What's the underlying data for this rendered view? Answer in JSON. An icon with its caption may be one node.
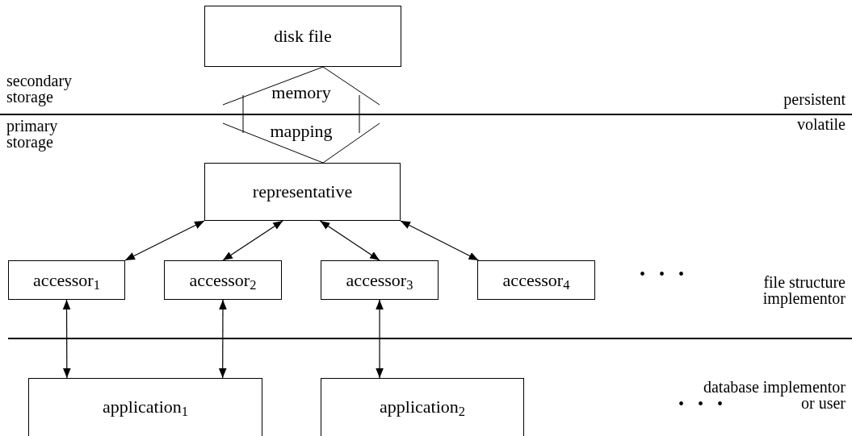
{
  "diagram": {
    "nodes": [
      {
        "text": [
          "disk file"
        ]
      },
      {
        "text": [
          "memory mapping"
        ]
      },
      {
        "text": [
          "representative"
        ]
      },
      {
        "text": [
          "accessor$_{1}$"
        ]
      },
      {
        "text": [
          "accessor$_{2}$"
        ]
      },
      {
        "text": [
          "accessor$_{3}$"
        ]
      },
      {
        "text": [
          "accessor$_{4}$"
        ]
      },
      {
        "text": [
          "application$_{1}$"
        ]
      },
      {
        "text": [
          "application$_{2}$"
        ]
      }
    ],
    "edges": [
      {
        "from": 2,
        "to": 3,
        "arrow": "both"
      },
      {
        "from": 2,
        "to": 4,
        "arrow": "both"
      },
      {
        "from": 2,
        "to": 5,
        "arrow": "both"
      },
      {
        "from": 2,
        "to": 6,
        "arrow": "both"
      },
      {
        "from": 3,
        "to": 7,
        "arrow": "both"
      },
      {
        "from": 4,
        "to": 7,
        "arrow": "both"
      },
      {
        "from": 5,
        "to": 8,
        "arrow": "both"
      }
    ],
    "labels": [
      "secondary storage",
      "persistent",
      "primary storage",
      "volatile",
      "• • •",
      "file structure implementor",
      "database implementor or user",
      "• • •"
    ]
  }
}
